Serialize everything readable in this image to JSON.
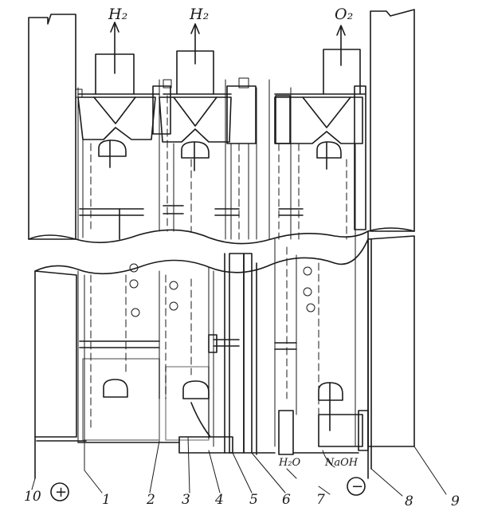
{
  "gas_labels": {
    "h2_left": "H₂",
    "h2_middle": "H₂",
    "o2": "O₂"
  },
  "inlet_labels": {
    "water": "H₂O",
    "caustic": "NaOH"
  },
  "polarity": {
    "plus": "+",
    "minus": "−"
  },
  "part_numbers": [
    "10",
    "1",
    "2",
    "3",
    "4",
    "5",
    "6",
    "7",
    "8",
    "9"
  ]
}
